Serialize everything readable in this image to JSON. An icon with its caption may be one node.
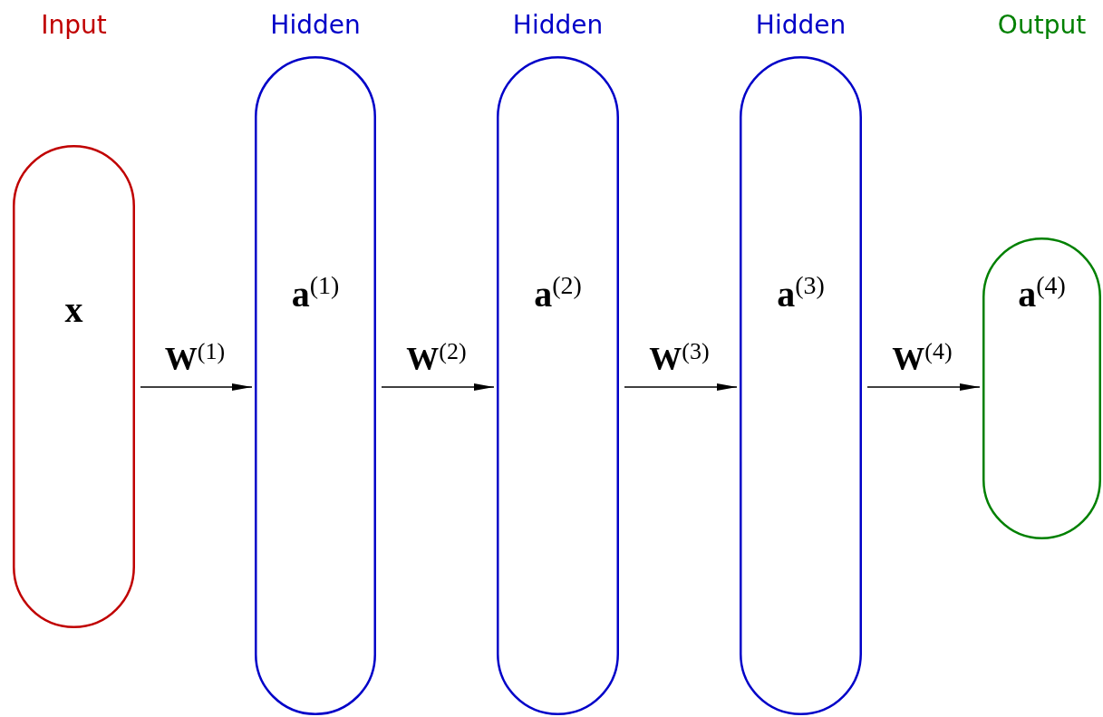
{
  "diagram": {
    "nodes": [
      {
        "text": [
          "x"
        ]
      },
      {
        "text": [
          "a$^{(1)}$"
        ]
      },
      {
        "text": [
          "a$^{(2)}$"
        ]
      },
      {
        "text": [
          "a$^{(3)}$"
        ]
      },
      {
        "text": [
          "a$^{(4)}$"
        ]
      }
    ],
    "edges": [
      {
        "from": 0,
        "to": 1,
        "arrow": "to",
        "label": "W$^{(1)}$"
      },
      {
        "from": 1,
        "to": 2,
        "arrow": "to",
        "label": "W$^{(2)}$"
      },
      {
        "from": 2,
        "to": 3,
        "arrow": "to",
        "label": "W$^{(3)}$"
      },
      {
        "from": 3,
        "to": 4,
        "arrow": "to",
        "label": "W$^{(4)}$"
      }
    ],
    "labels": [
      "Input",
      "Hidden",
      "Hidden",
      "Hidden",
      "Output"
    ]
  }
}
